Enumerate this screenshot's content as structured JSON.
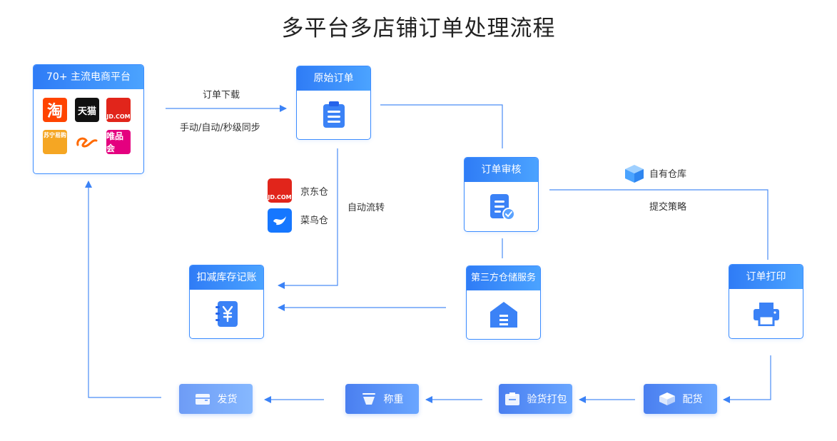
{
  "title": "多平台多店铺订单处理流程",
  "platforms": {
    "header": "70+ 主流电商平台",
    "logos": [
      {
        "text": "淘",
        "color": "#ff4400",
        "icon": "taobao-logo"
      },
      {
        "text": "天猫",
        "color": "#111111",
        "icon": "tmall-logo"
      },
      {
        "text": "JD.COM",
        "color": "#e1251b",
        "icon": "jd-logo"
      },
      {
        "text": "苏宁易购",
        "color": "#f5a623",
        "icon": "suning-logo"
      },
      {
        "text": "",
        "color": "#ff6a00",
        "icon": "alibaba-logo"
      },
      {
        "text": "唯品会",
        "color": "#e4007f",
        "icon": "vipshop-logo"
      }
    ]
  },
  "edges": {
    "download": "订单下载",
    "sync": "手动/自动/秒级同步",
    "auto_flow": "自动流转",
    "own_warehouse": "自有仓库",
    "submit_strategy": "提交策略"
  },
  "warehouses": [
    {
      "label": "京东仓",
      "logo_text": "JD.COM",
      "color": "#e1251b",
      "icon": "jd-warehouse-logo"
    },
    {
      "label": "菜鸟仓",
      "logo_text": "",
      "color": "#1677ff",
      "icon": "cainiao-logo"
    }
  ],
  "nodes": {
    "original_order": "原始订单",
    "order_review": "订单审核",
    "third_party": "第三方仓储服务",
    "inventory": "扣减库存记账",
    "print": "订单打印"
  },
  "steps": {
    "ship": "发货",
    "weigh": "称重",
    "inspect_pack": "验货打包",
    "allocate": "配货"
  },
  "colors": {
    "accent": "#3b8cff",
    "line": "#4a8df5"
  }
}
